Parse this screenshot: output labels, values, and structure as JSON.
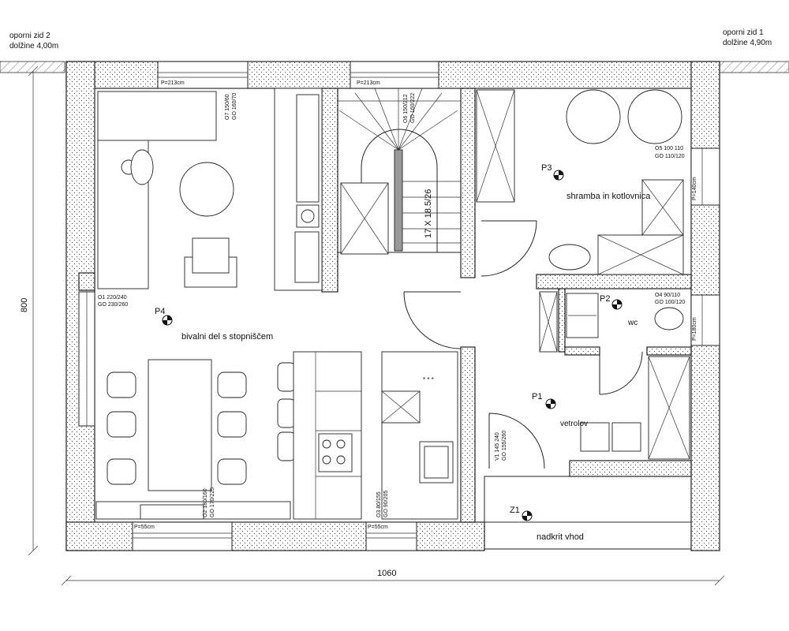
{
  "notes": {
    "left_wall": [
      "oporni zid 2",
      "dolžine 4,00m"
    ],
    "right_wall": [
      "oporni zid 1",
      "dolžine 4,90m"
    ]
  },
  "dimensions": {
    "height": "800",
    "width": "1060"
  },
  "rooms": {
    "living": {
      "code": "P4",
      "name": "bivalni del s stopniščem"
    },
    "storage": {
      "code": "P3",
      "name": "shramba in kotlovnica"
    },
    "wc": {
      "code": "P2",
      "name": "wc"
    },
    "vestibule": {
      "code": "P1",
      "name": "vetrolov"
    },
    "entrance": {
      "code": "Z1",
      "name": "nadkrit vhod"
    }
  },
  "openings": {
    "o1": [
      "O1 220/240",
      "GO 230/260"
    ],
    "o2": [
      "O2 180/160",
      "GO 170/225"
    ],
    "o3": [
      "O3 80/155",
      "GO 90/205"
    ],
    "o4": [
      "O4 90/110",
      "GO 100/120"
    ],
    "o5": [
      "O5 100 110",
      "GO 110/120"
    ],
    "o6": [
      "O6 150/212",
      "GO 160/222"
    ],
    "o7": [
      "O7 150/60",
      "GO 160/70"
    ],
    "v1": [
      "V1 145 240",
      "GO 155/260"
    ]
  },
  "parapets": {
    "top_left": "P=213cm",
    "top_mid": "P=213cm",
    "bottom_left": "P=55cm",
    "bottom_mid": "P=55cm",
    "right_top": "P=140cm",
    "right_mid": "P=180cm"
  },
  "stair": {
    "label": "17 X 18.5/26"
  },
  "stove_marks": "* * *"
}
